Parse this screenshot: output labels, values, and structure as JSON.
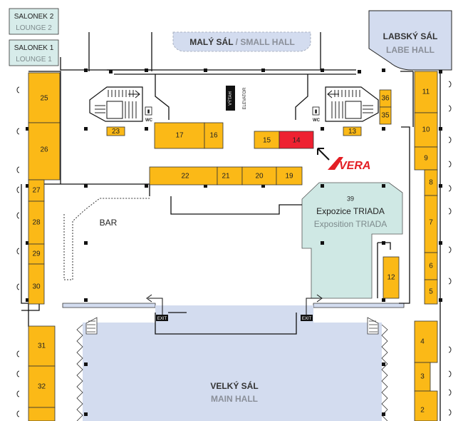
{
  "halls": {
    "small_hall": {
      "title_cz": "MALÝ SÁL",
      "separator": " / ",
      "title_en": "SMALL HALL"
    },
    "labe_hall": {
      "title_cz": "LABSKÝ SÁL",
      "title_en": "LABE HALL"
    },
    "main_hall": {
      "title_cz": "VELKÝ SÁL",
      "title_en": "MAIN HALL"
    }
  },
  "lounges": {
    "salonek2": {
      "title": "SALONEK 2",
      "sub": "LOUNGE 2"
    },
    "salonek1": {
      "title": "SALONEK 1",
      "sub": "LOUNGE 1"
    }
  },
  "elevator": {
    "cz": "VÝTAH",
    "en": "ELEVATOR"
  },
  "wc_label": "WC",
  "exit_label": "EXIT",
  "bar_label": "BAR",
  "triada": {
    "number": "39",
    "title_cz": "Expozice TRIADA",
    "title_en": "Exposition TRIADA"
  },
  "vera_logo": "VERA",
  "highlight_booth": "14",
  "colors": {
    "booth": "#fbb917",
    "highlight": "#ee2131",
    "hall": "#d3dcef",
    "triada": "#cfe8e4",
    "lounge": "#d7ecea",
    "vera": "#e31e24"
  },
  "booths": [
    {
      "id": "b2",
      "label": "2"
    },
    {
      "id": "b3",
      "label": "3"
    },
    {
      "id": "b4",
      "label": "4"
    },
    {
      "id": "b5",
      "label": "5"
    },
    {
      "id": "b6",
      "label": "6"
    },
    {
      "id": "b7",
      "label": "7"
    },
    {
      "id": "b8",
      "label": "8"
    },
    {
      "id": "b9",
      "label": "9"
    },
    {
      "id": "b10",
      "label": "10"
    },
    {
      "id": "b11",
      "label": "11"
    },
    {
      "id": "b12",
      "label": "12"
    },
    {
      "id": "b13",
      "label": "13"
    },
    {
      "id": "b14",
      "label": "14"
    },
    {
      "id": "b15",
      "label": "15"
    },
    {
      "id": "b16",
      "label": "16"
    },
    {
      "id": "b17",
      "label": "17"
    },
    {
      "id": "b19",
      "label": "19"
    },
    {
      "id": "b20",
      "label": "20"
    },
    {
      "id": "b21",
      "label": "21"
    },
    {
      "id": "b22",
      "label": "22"
    },
    {
      "id": "b23",
      "label": "23"
    },
    {
      "id": "b25",
      "label": "25"
    },
    {
      "id": "b26",
      "label": "26"
    },
    {
      "id": "b27",
      "label": "27"
    },
    {
      "id": "b28",
      "label": "28"
    },
    {
      "id": "b29",
      "label": "29"
    },
    {
      "id": "b30",
      "label": "30"
    },
    {
      "id": "b31",
      "label": "31"
    },
    {
      "id": "b32",
      "label": "32"
    },
    {
      "id": "b35",
      "label": "35"
    },
    {
      "id": "b36",
      "label": "36"
    }
  ]
}
